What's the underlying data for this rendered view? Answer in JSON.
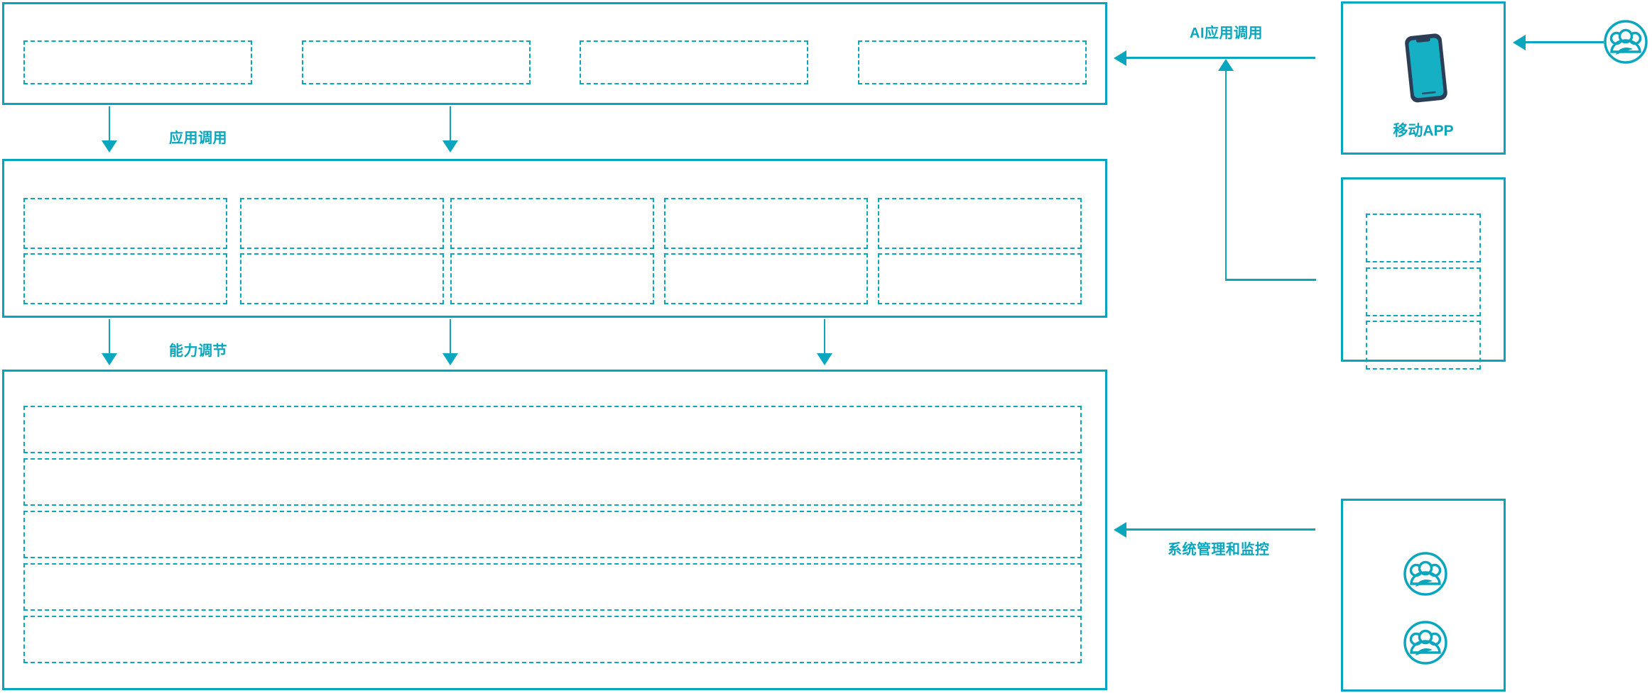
{
  "theme": {
    "accent": "#09a6bd",
    "outline": "#05a5bd",
    "phone_frame": "#2c3e56",
    "phone_screen": "#16b0c4",
    "background": "#ffffff"
  },
  "diagram": {
    "layers": [
      {
        "id": "application-layer",
        "name": "application-layer",
        "slots": [
          {
            "label": ""
          },
          {
            "label": ""
          },
          {
            "label": ""
          },
          {
            "label": ""
          }
        ]
      },
      {
        "id": "capability-layer",
        "name": "capability-layer",
        "slots": [
          {
            "label": ""
          },
          {
            "label": ""
          },
          {
            "label": ""
          },
          {
            "label": ""
          },
          {
            "label": ""
          },
          {
            "label": ""
          },
          {
            "label": ""
          },
          {
            "label": ""
          },
          {
            "label": ""
          },
          {
            "label": ""
          }
        ]
      },
      {
        "id": "platform-layer",
        "name": "platform-layer",
        "slots": [
          {
            "label": ""
          },
          {
            "label": ""
          },
          {
            "label": ""
          },
          {
            "label": ""
          },
          {
            "label": ""
          }
        ]
      }
    ],
    "flows": [
      {
        "id": "app-invoke",
        "label": "应用调用",
        "direction": "down"
      },
      {
        "id": "capability-adjust",
        "label": "能力调节",
        "direction": "down"
      },
      {
        "id": "ai-app-invoke",
        "label": "AI应用调用",
        "direction": "left"
      },
      {
        "id": "system-monitor",
        "label": "系统管理和监控",
        "direction": "left"
      }
    ]
  },
  "side_panels": [
    {
      "id": "mobile-app-panel",
      "caption": "移动APP",
      "icon": "smartphone-icon"
    },
    {
      "id": "channel-panel",
      "caption": "",
      "slots": [
        {
          "label": ""
        },
        {
          "label": ""
        },
        {
          "label": ""
        }
      ]
    },
    {
      "id": "operations-panel",
      "caption": "",
      "icons": [
        "user-group-icon",
        "user-group-icon"
      ]
    }
  ],
  "actors": [
    {
      "id": "external-user",
      "icon": "user-group-icon",
      "label": ""
    }
  ]
}
